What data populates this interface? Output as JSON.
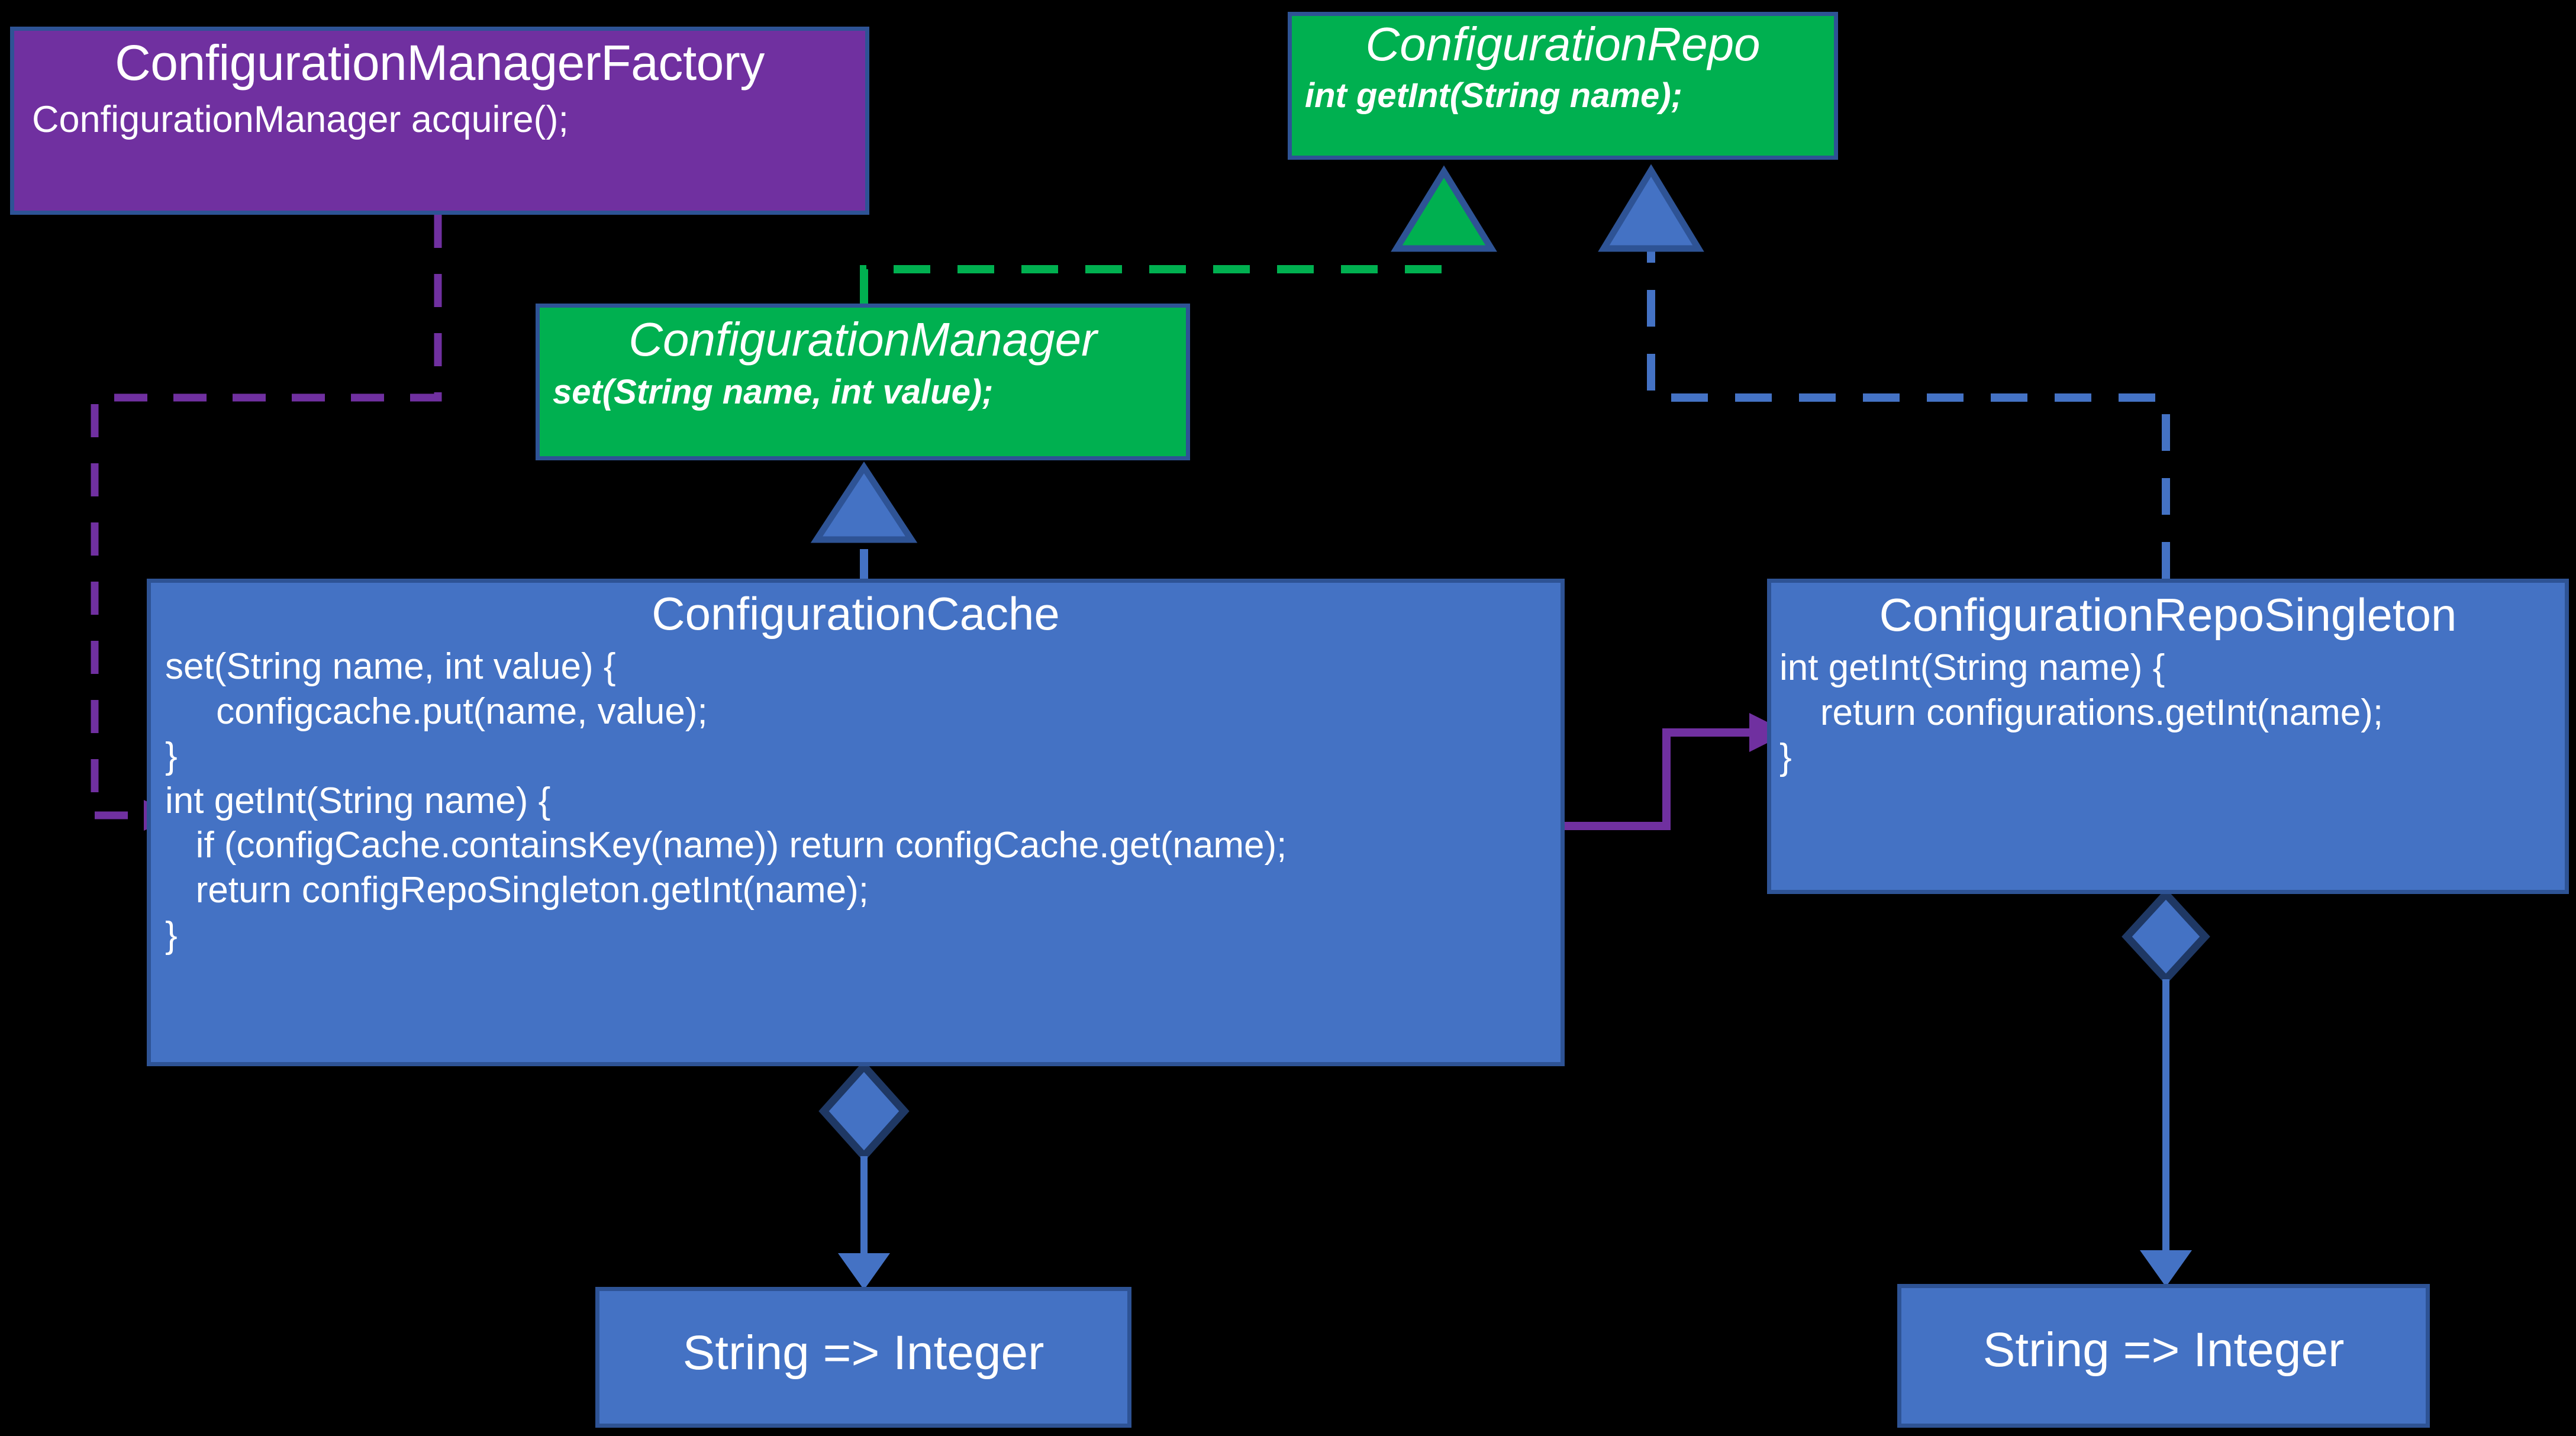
{
  "diagram": {
    "title": "Configuration Manager UML class diagram",
    "background": "#000000",
    "palette": {
      "purple_fill": "#7030A0",
      "green_fill": "#00B050",
      "blue_fill": "#4472C4",
      "box_border": "#2E5395",
      "diamond_border": "#1F3864",
      "text": "#FFFFFF"
    }
  },
  "boxes": {
    "configuration_manager_factory": {
      "title": "ConfigurationManagerFactory",
      "body": "ConfigurationManager acquire();",
      "fill": "#7030A0",
      "stereotype": "concrete"
    },
    "configuration_repo": {
      "title": "ConfigurationRepo",
      "body": "int getInt(String name);",
      "fill": "#00B050",
      "stereotype": "interface"
    },
    "configuration_manager": {
      "title": "ConfigurationManager",
      "body": "set(String name, int value);",
      "fill": "#00B050",
      "stereotype": "interface"
    },
    "configuration_cache": {
      "title": "ConfigurationCache",
      "body": "set(String name, int value) {\n     configcache.put(name, value);\n}\nint getInt(String name) {\n   if (configCache.containsKey(name)) return configCache.get(name);\n   return configRepoSingleton.getInt(name);\n}",
      "fill": "#4472C4",
      "stereotype": "class"
    },
    "configuration_repo_singleton": {
      "title": "ConfigurationRepoSingleton",
      "body": "int getInt(String name) {\n    return configurations.getInt(name);\n}",
      "fill": "#4472C4",
      "stereotype": "class"
    },
    "map_cache": {
      "title": "String => Integer",
      "fill": "#4472C4",
      "stereotype": "datatype"
    },
    "map_singleton": {
      "title": "String => Integer",
      "fill": "#4472C4",
      "stereotype": "datatype"
    }
  },
  "edges": [
    {
      "name": "factory-uses-cache",
      "from": "configuration_manager_factory",
      "to": "configuration_cache",
      "style": "dashed",
      "color": "#7030A0",
      "arrow": "open-arrow",
      "relation": "dependency"
    },
    {
      "name": "manager-realizes-repo",
      "from": "configuration_manager",
      "to": "configuration_repo",
      "style": "dashed",
      "color": "#00B050",
      "arrow": "hollow-triangle",
      "relation": "realization"
    },
    {
      "name": "singleton-realizes-repo",
      "from": "configuration_repo_singleton",
      "to": "configuration_repo",
      "style": "dashed",
      "color": "#4472C4",
      "arrow": "hollow-triangle",
      "relation": "realization"
    },
    {
      "name": "cache-realizes-manager",
      "from": "configuration_cache",
      "to": "configuration_manager",
      "style": "dashed",
      "color": "#4472C4",
      "arrow": "hollow-triangle",
      "relation": "realization"
    },
    {
      "name": "cache-uses-singleton",
      "from": "configuration_cache",
      "to": "configuration_repo_singleton",
      "style": "solid",
      "color": "#7030A0",
      "arrow": "open-arrow",
      "relation": "association"
    },
    {
      "name": "cache-composes-map",
      "from": "configuration_cache",
      "to": "map_cache",
      "style": "solid",
      "color": "#4472C4",
      "arrow": "diamond-and-arrow",
      "relation": "composition"
    },
    {
      "name": "singleton-composes-map",
      "from": "configuration_repo_singleton",
      "to": "map_singleton",
      "style": "solid",
      "color": "#4472C4",
      "arrow": "diamond-and-arrow",
      "relation": "composition"
    }
  ]
}
